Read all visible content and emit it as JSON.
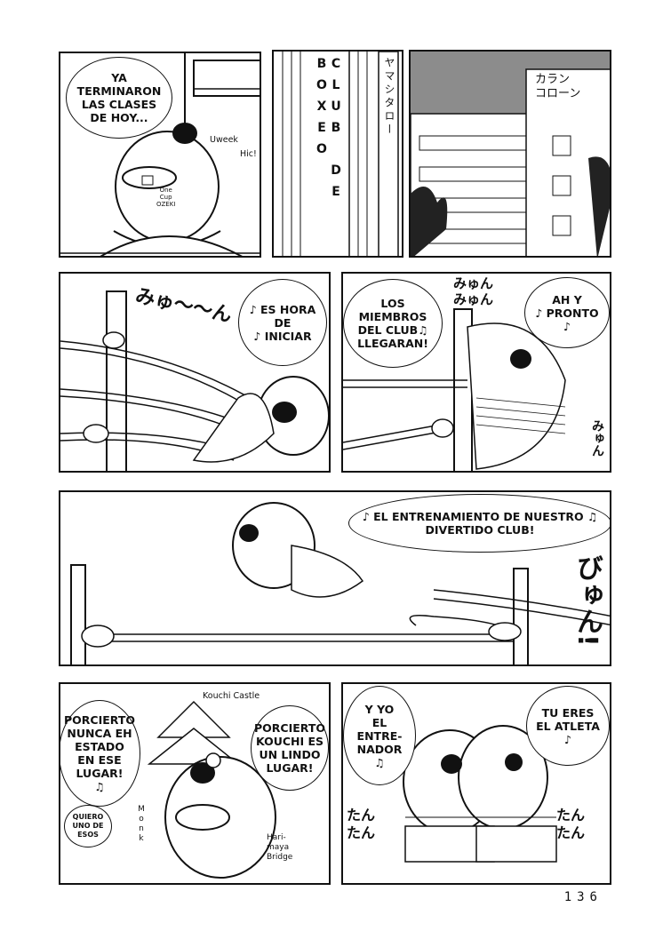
{
  "panels": {
    "p1": {
      "speech": "YA\nTERMINARON\nLAS CLASES\nDE HOY...",
      "sfx_hic": "Hic!",
      "sfx_uweek": "Uweek",
      "cup_label": "One\nCup\nOZEKI"
    },
    "p2": {
      "sign": "CLUB DE BOXEO",
      "sign_jp": "ヤマシタロー"
    },
    "p3": {
      "sfx": "カラン\nコローン"
    },
    "p4": {
      "sfx": "みゅ〜〜ん",
      "speech": "♪ ES HORA\nDE\n♪ INICIAR"
    },
    "p5": {
      "speech_left": "LOS MIEMBROS\nDEL CLUB♫\nLLEGARAN!",
      "speech_right": "AH Y\n♪ PRONTO\n♪",
      "sfx_top": "みゅん\nみゅん",
      "sfx_side": "みゅん"
    },
    "p6": {
      "speech": "♪ EL ENTRENAMIENTO DE NUESTRO ♫\nDIVERTIDO CLUB!",
      "sfx": "びゅん!"
    },
    "p7": {
      "label_castle": "Kouchi Castle",
      "speech_left": "PORCIERTO\nNUNCA EH\nESTADO\nEN ESE\nLUGAR!\n♫",
      "speech_right": "PORCIERTO\nKOUCHI ES\nUN LINDO\nLUGAR!",
      "speech_small": "QUIERO\nUNO DE\nESOS",
      "label_monk": "Monk",
      "label_bridge": "Hari-\nmaya\nBridge"
    },
    "p8": {
      "speech_left": "Y YO\nEL\nENTRE-\nNADOR\n♫",
      "speech_right": "TU ERES\nEL ATLETA\n♪",
      "sfx_left": "たん\nたん",
      "sfx_right": "たん\nたん"
    }
  },
  "page_number": "136"
}
